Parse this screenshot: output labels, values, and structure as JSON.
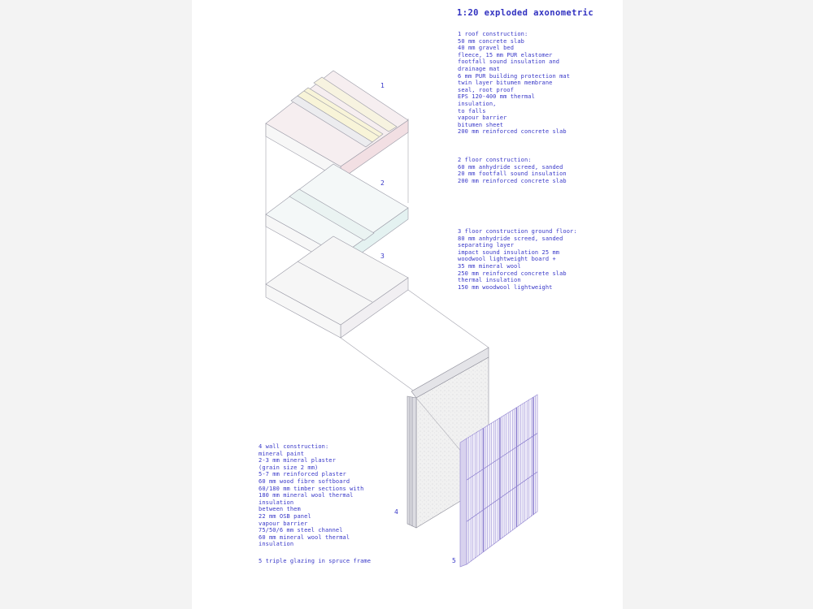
{
  "title": "1:20 exploded axonometric",
  "labels": {
    "n1": "1",
    "n2": "2",
    "n3": "3",
    "n4": "4",
    "n5": "5"
  },
  "notes": {
    "roof": "1 roof construction:\n50 mm concrete slab\n40 mm gravel bed\nfleece, 15 mm PUR elastomer\nfootfall sound insulation and\ndrainage mat\n6 mm PUR building protection mat\ntwin layer bitumen membrane\nseal, root proof\nEPS 120-400 mm thermal\ninsulation,\nto falls\nvapour barrier\nbitumen sheet\n200 mm reinforced concrete slab",
    "floor": "2 floor construction:\n60 mm anhydride screed, sanded\n20 mm footfall sound insulation\n200 mm reinforced concrete slab",
    "ground": "3 floor construction ground floor:\n80 mm anhydride screed, sanded\nseparating layer\nimpact sound insulation 25 mm\nwoodwool lightweight board +\n35 mm mineral wool\n250 mm reinforced concrete slab\nthermal insulation\n150 mm woodwool lightweight",
    "wall": "4 wall construction:\nmineral paint\n2-3 mm mineral plaster\n(grain size 2 mm)\n5-7 mm reinforced plaster\n60 mm wood fibre softboard\n60/180 mm timber sections with\n180 mm mineral wool thermal\ninsulation\nbetween them\n22 mm OSB panel\nvapour barrier\n75/50/6 mm steel channel\n60 mm mineral wool thermal\ninsulation",
    "glazing": "5 triple glazing in spruce frame"
  },
  "colors": {
    "text": "#3838c8",
    "line": "#9a9aa6",
    "roof_pink": "#f4e3e6",
    "roof_yellow": "#f8f4d8",
    "floor_cyan": "#e2f1f0",
    "glazing": "#a59ad8"
  }
}
